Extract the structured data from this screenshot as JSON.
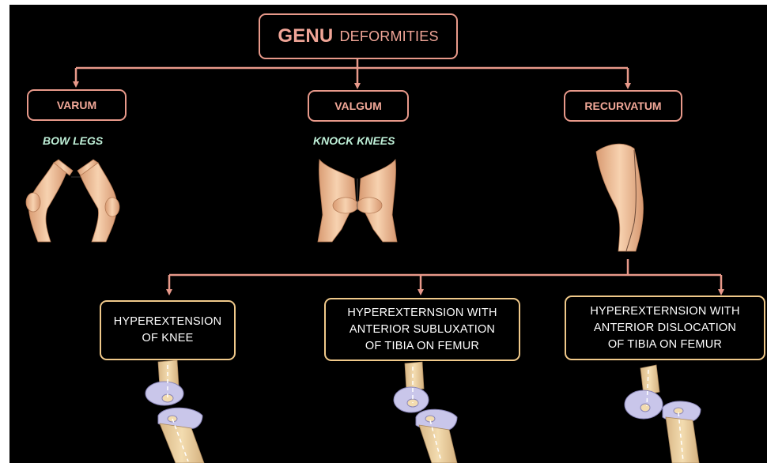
{
  "title": {
    "bold": "GENU",
    "rest": "DEFORMITIES"
  },
  "categories": {
    "varum": {
      "label": "VARUM",
      "alias": "BOW LEGS"
    },
    "valgum": {
      "label": "VALGUM",
      "alias": "KNOCK KNEES"
    },
    "recurvatum": {
      "label": "RECURVATUM"
    }
  },
  "subtypes": [
    {
      "lines": [
        "HYPEREXTENSION",
        "OF KNEE"
      ]
    },
    {
      "lines": [
        "HYPEREXTERNSION WITH",
        "ANTERIOR SUBLUXATION",
        "OF TIBIA ON FEMUR"
      ]
    },
    {
      "lines": [
        "HYPEREXTERNSION WITH",
        "ANTERIOR DISLOCATION",
        "OF TIBIA ON FEMUR"
      ]
    }
  ],
  "colors": {
    "connector": "#e8998a",
    "box_border": "#e8998a",
    "sub_box_border": "#f0c98a",
    "alias_text": "#bff0d8",
    "skin": "#f0c39c",
    "bone": "#e8cfa0",
    "cartilage": "#c9c6ea"
  }
}
